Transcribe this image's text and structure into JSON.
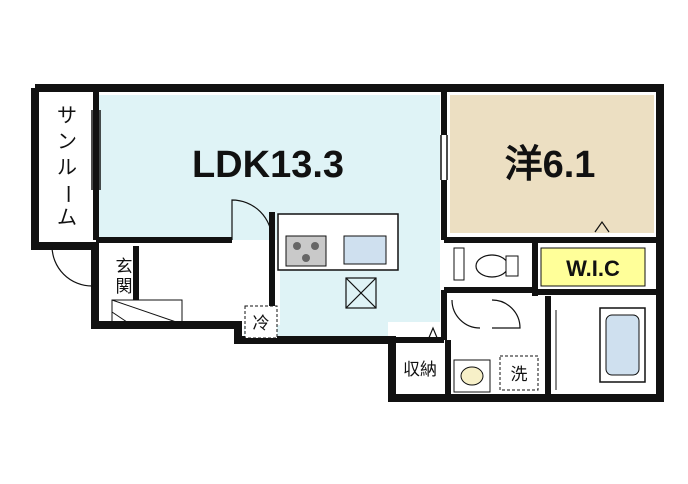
{
  "rooms": {
    "ldk": "LDK13.3",
    "western": "洋6.1",
    "sunroom": [
      "サ",
      "ン",
      "ル",
      "ー",
      "ム"
    ],
    "wic": "W.I.C",
    "entrance": [
      "玄",
      "関"
    ],
    "fridge": "冷",
    "storage": "収納",
    "washer": "洗"
  },
  "colors": {
    "ldk": "#dff3f6",
    "western": "#ecdfc2",
    "wic": "#ffff99",
    "wall": "#111111",
    "bath": "#cfe0ef"
  }
}
